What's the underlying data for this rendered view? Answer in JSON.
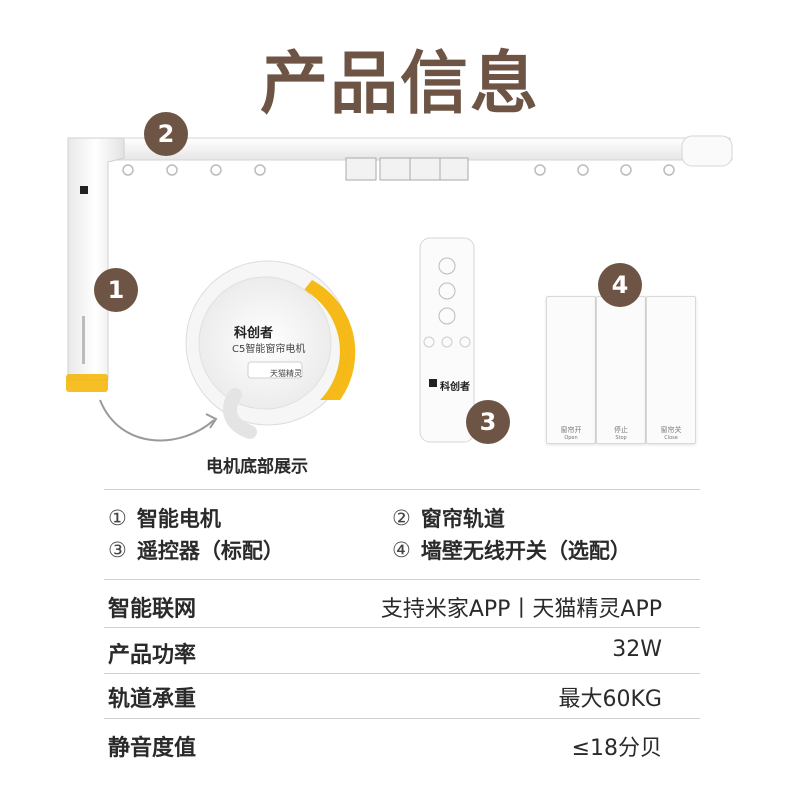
{
  "header": {
    "title": "产品信息"
  },
  "badges": {
    "motor": "1",
    "track": "2",
    "remote": "3",
    "switch": "4"
  },
  "motor_bottom": {
    "caption": "电机底部展示",
    "brand": "科创者",
    "model": "C5智能窗帘电机",
    "voice_label": "天猫精灵"
  },
  "remote": {
    "brand": "科创者"
  },
  "wall_switch": {
    "buttons": [
      {
        "label": "窗帘开",
        "sub": "Open"
      },
      {
        "label": "停止",
        "sub": "Stop"
      },
      {
        "label": "窗帘关",
        "sub": "Close"
      }
    ]
  },
  "legend": [
    {
      "num": "①",
      "text": "智能电机"
    },
    {
      "num": "②",
      "text": "窗帘轨道"
    },
    {
      "num": "③",
      "text": "遥控器（标配）"
    },
    {
      "num": "④",
      "text": "墙壁无线开关（选配）"
    }
  ],
  "specs": [
    {
      "label": "智能联网",
      "value": "支持米家APP丨天猫精灵APP"
    },
    {
      "label": "产品功率",
      "value": "32W"
    },
    {
      "label": "轨道承重",
      "value": "最大60KG"
    },
    {
      "label": "静音度值",
      "value": "≤18分贝"
    }
  ],
  "colors": {
    "accent": "#6e5444",
    "motor_light": "#f5b400"
  }
}
